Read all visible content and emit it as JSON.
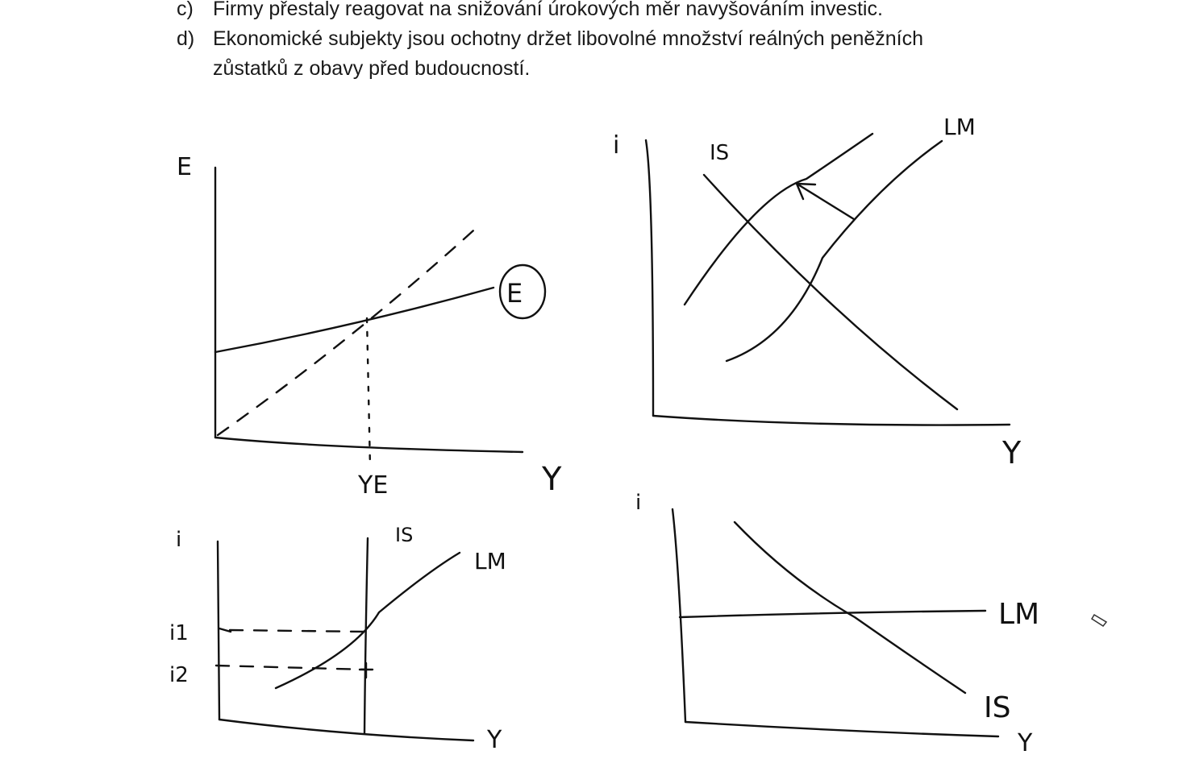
{
  "questions": {
    "c": {
      "letter": "c)",
      "text": "Firmy přestaly reagovat na snižování úrokových měr navyšováním investic."
    },
    "d": {
      "letter": "d)",
      "text": "Ekonomické subjekty jsou ochotny držet libovolné množství reálných peněžních",
      "continuation": "zůstatků z obavy před budoucností."
    }
  },
  "sketches": {
    "keynesian_cross": {
      "y_axis": "E",
      "x_axis": "Y",
      "equilibrium_label": "YE",
      "curve_label": "E"
    },
    "islm_shift": {
      "y_axis": "i",
      "x_axis": "Y",
      "is_label": "IS",
      "lm_label": "LM"
    },
    "vertical_is": {
      "y_axis": "i",
      "x_axis": "Y",
      "is_label": "IS",
      "lm_label": "LM",
      "i1": "i1",
      "i2": "i2"
    },
    "liquidity_trap": {
      "y_axis": "i",
      "x_axis": "Y",
      "is_label": "IS",
      "lm_label": "LM"
    }
  },
  "colors": {
    "ink": "#111111",
    "background": "#ffffff"
  }
}
